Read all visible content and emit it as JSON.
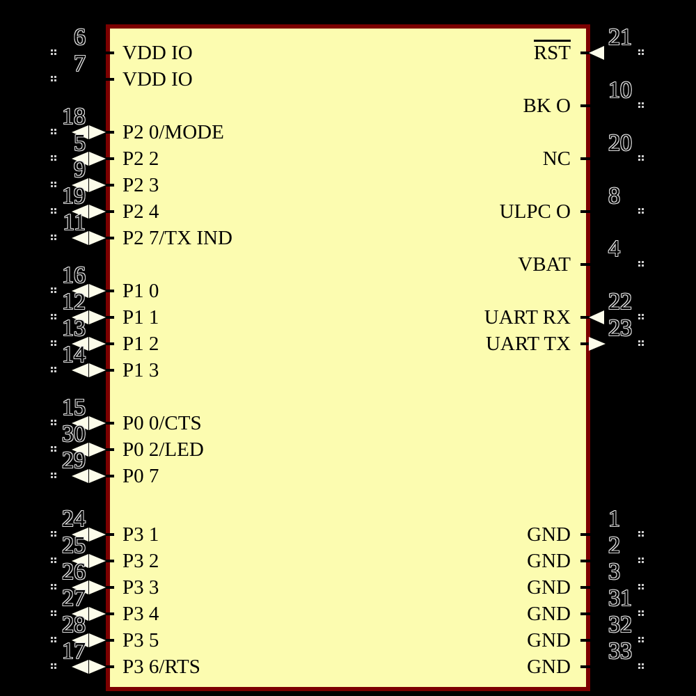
{
  "colors": {
    "background": "#000000",
    "body_fill": "#FCFCB0",
    "body_border": "#7C0000",
    "label_text": "#000000",
    "arrow_fill": "#FCFCEA",
    "number_fill": "#000000",
    "number_outline": "#E0E0E0",
    "endpoint_dot": "#CFCFCF"
  },
  "component": {
    "left_pins": [
      {
        "number": "6",
        "label": "VDD IO",
        "row": 0,
        "arrow": "none"
      },
      {
        "number": "7",
        "label": "VDD IO",
        "row": 1,
        "arrow": "none"
      },
      {
        "number": "18",
        "label": "P2 0/MODE",
        "row": 3,
        "arrow": "bidir"
      },
      {
        "number": "5",
        "label": "P2 2",
        "row": 4,
        "arrow": "bidir"
      },
      {
        "number": "9",
        "label": "P2 3",
        "row": 5,
        "arrow": "bidir"
      },
      {
        "number": "19",
        "label": "P2 4",
        "row": 6,
        "arrow": "bidir"
      },
      {
        "number": "11",
        "label": "P2 7/TX IND",
        "row": 7,
        "arrow": "bidir"
      },
      {
        "number": "16",
        "label": "P1 0",
        "row": 9,
        "arrow": "bidir"
      },
      {
        "number": "12",
        "label": "P1 1",
        "row": 10,
        "arrow": "bidir"
      },
      {
        "number": "13",
        "label": "P1 2",
        "row": 11,
        "arrow": "bidir"
      },
      {
        "number": "14",
        "label": "P1 3",
        "row": 12,
        "arrow": "bidir"
      },
      {
        "number": "15",
        "label": "P0 0/CTS",
        "row": 14,
        "arrow": "bidir"
      },
      {
        "number": "30",
        "label": "P0 2/LED",
        "row": 15,
        "arrow": "bidir"
      },
      {
        "number": "29",
        "label": "P0 7",
        "row": 16,
        "arrow": "bidir"
      },
      {
        "number": "24",
        "label": "P3 1",
        "row": 18,
        "arrow": "bidir"
      },
      {
        "number": "25",
        "label": "P3 2",
        "row": 19,
        "arrow": "bidir"
      },
      {
        "number": "26",
        "label": "P3 3",
        "row": 20,
        "arrow": "bidir"
      },
      {
        "number": "27",
        "label": "P3 4",
        "row": 21,
        "arrow": "bidir"
      },
      {
        "number": "28",
        "label": "P3 5",
        "row": 22,
        "arrow": "bidir"
      },
      {
        "number": "17",
        "label": "P3 6/RTS",
        "row": 23,
        "arrow": "bidir"
      }
    ],
    "right_pins": [
      {
        "number": "21",
        "label": "RST",
        "row": 0,
        "arrow": "in",
        "overline": true
      },
      {
        "number": "10",
        "label": "BK O",
        "row": 2,
        "arrow": "none"
      },
      {
        "number": "20",
        "label": "NC",
        "row": 4,
        "arrow": "none"
      },
      {
        "number": "8",
        "label": "ULPC O",
        "row": 6,
        "arrow": "none"
      },
      {
        "number": "4",
        "label": "VBAT",
        "row": 8,
        "arrow": "none"
      },
      {
        "number": "22",
        "label": "UART RX",
        "row": 10,
        "arrow": "in"
      },
      {
        "number": "23",
        "label": "UART TX",
        "row": 11,
        "arrow": "out"
      },
      {
        "number": "1",
        "label": "GND",
        "row": 18,
        "arrow": "none"
      },
      {
        "number": "2",
        "label": "GND",
        "row": 19,
        "arrow": "none"
      },
      {
        "number": "3",
        "label": "GND",
        "row": 20,
        "arrow": "none"
      },
      {
        "number": "31",
        "label": "GND",
        "row": 21,
        "arrow": "none"
      },
      {
        "number": "32",
        "label": "GND",
        "row": 22,
        "arrow": "none"
      },
      {
        "number": "33",
        "label": "GND",
        "row": 23,
        "arrow": "none"
      }
    ]
  }
}
